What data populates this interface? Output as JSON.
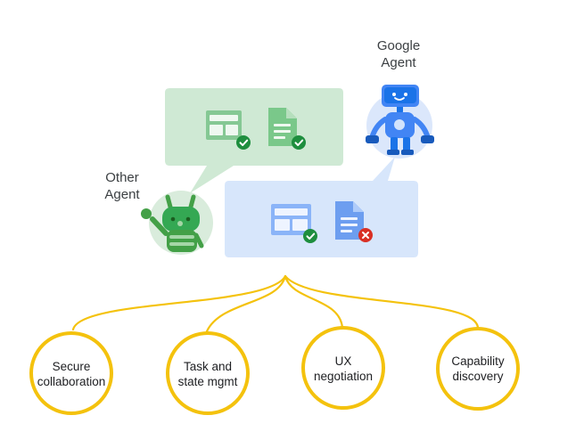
{
  "agents": {
    "google": {
      "label": "Google\nAgent"
    },
    "other": {
      "label": "Other\nAgent"
    }
  },
  "capabilities": [
    {
      "label": "Secure\ncollaboration"
    },
    {
      "label": "Task and\nstate mgmt"
    },
    {
      "label": "UX\nnegotiation"
    },
    {
      "label": "Capability\ndiscovery"
    }
  ],
  "colors": {
    "green_bubble": "#cfe9d4",
    "blue_bubble": "#d7e6fb",
    "green_icon": "#6fbe7e",
    "blue_icon": "#6d9ef0",
    "check": "#1e8e3e",
    "error": "#d93025",
    "accent_yellow": "#f4c20d"
  },
  "icons": {
    "check": "check-badge-icon",
    "error": "error-badge-icon",
    "layout": "layout-icon",
    "document": "document-icon"
  }
}
